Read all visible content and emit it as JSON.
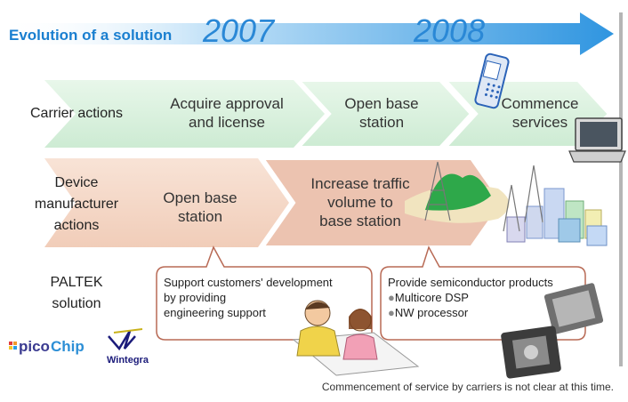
{
  "title": "Evolution of a solution",
  "years": [
    "2007",
    "2008"
  ],
  "rows": {
    "carrier": "Carrier actions",
    "device": [
      "Device",
      "manufacturer",
      "actions"
    ],
    "paltek": [
      "PALTEK",
      "solution"
    ]
  },
  "carrier_steps": [
    [
      "Acquire approval",
      "and license"
    ],
    [
      "Open base",
      "station"
    ],
    [
      "Commence",
      "services"
    ]
  ],
  "device_steps": [
    [
      "Open base",
      "station"
    ],
    [
      "Increase traffic",
      "volume to",
      "base station"
    ]
  ],
  "bubble_left": [
    "Support customers' development",
    "by providing",
    "engineering support"
  ],
  "bubble_right": {
    "title": "Provide semiconductor products",
    "items": [
      "Multicore DSP",
      "NW processor"
    ]
  },
  "logos": [
    "picoChip",
    "Wintegra"
  ],
  "footnote": "Commencement of service by carriers is not clear at this time.",
  "colors": {
    "timeline": "#2f95e0",
    "carrier": "#d8f0dc",
    "device": "#f5d9c9",
    "device_dark": "#ebc0ad",
    "bubble_border": "#b86a55"
  }
}
